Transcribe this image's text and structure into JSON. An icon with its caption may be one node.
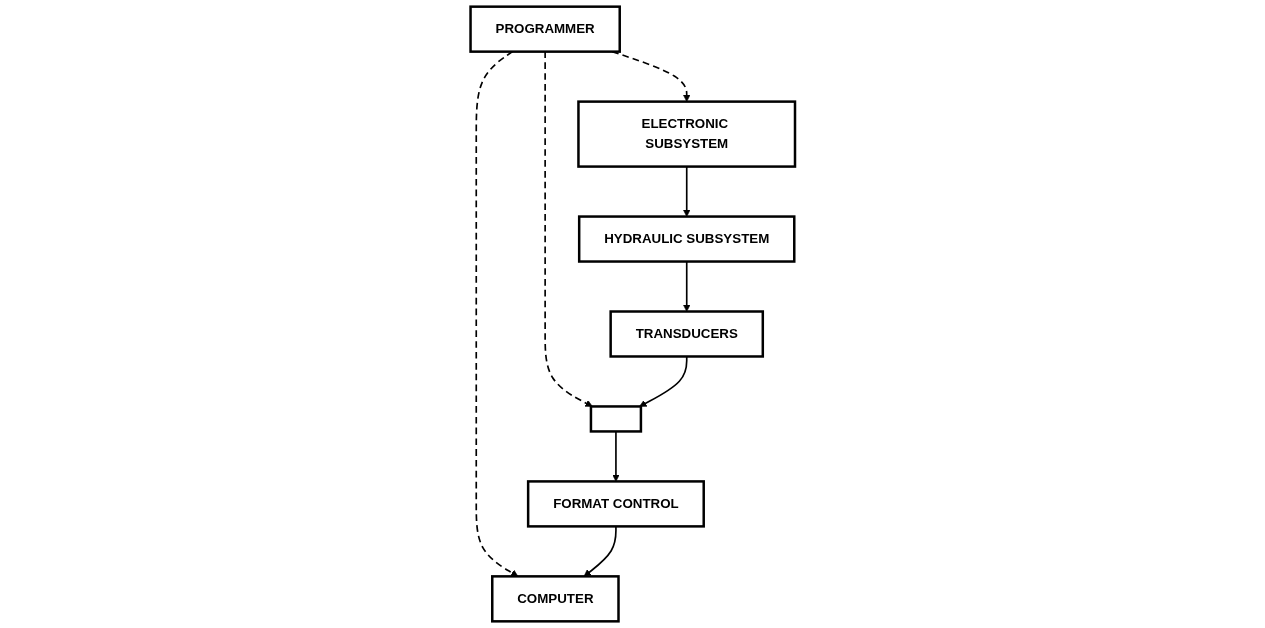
{
  "diagram": {
    "nodes": [
      {
        "text": [
          "PROGRAMMER"
        ]
      },
      {
        "text": [
          "ELECTRONIC SUBSYSTEM"
        ]
      },
      {
        "text": [
          "HYDRAULIC SUBSYSTEM"
        ]
      },
      {
        "text": [
          "TRANSDUCERS"
        ]
      },
      {
        "text": [
          "COMPUTER"
        ]
      },
      {
        "text": [
          "FORMAT CONTROL"
        ]
      },
      {
        "text": [],
        "shape": "box"
      }
    ],
    "edges": [
      {
        "from": 0,
        "to": 4,
        "arrow": "to",
        "style": "dashed"
      },
      {
        "from": 0,
        "to": 1,
        "arrow": "to",
        "style": "dashed"
      },
      {
        "from": 0,
        "to": 6,
        "arrow": "to",
        "style": "dashed"
      },
      {
        "from": 1,
        "to": 2,
        "arrow": "to"
      },
      {
        "from": 2,
        "to": 3,
        "arrow": "to"
      },
      {
        "from": 3,
        "to": 6,
        "arrow": "to"
      },
      {
        "from": 6,
        "to": 5,
        "arrow": "to"
      },
      {
        "from": 5,
        "to": 4,
        "arrow": "to"
      }
    ]
  }
}
